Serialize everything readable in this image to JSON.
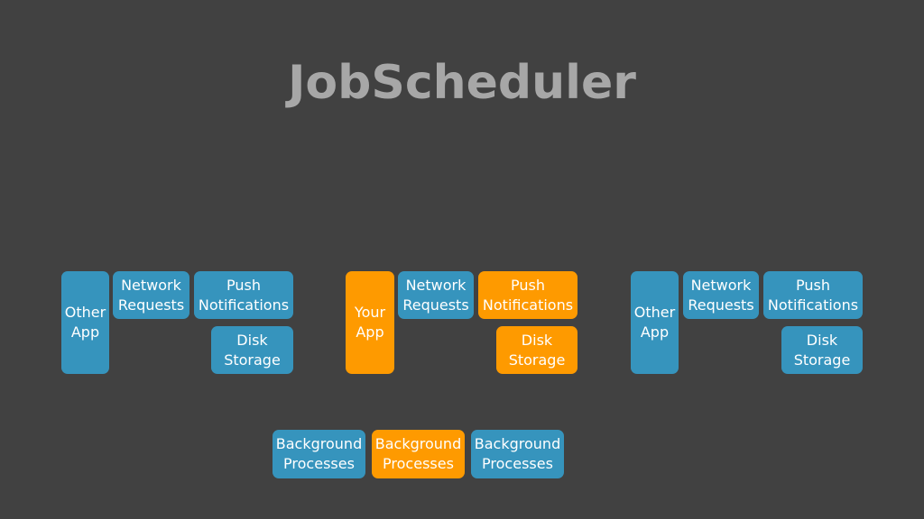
{
  "title": "JobScheduler",
  "colors": {
    "background": "#414141",
    "blue": "#3694bd",
    "orange": "#fe9a00",
    "title": "#a7a7a7"
  },
  "groups": [
    {
      "app": [
        "Other",
        "App"
      ],
      "network": [
        "Network",
        "Requests"
      ],
      "push": [
        "Push",
        "Notifications"
      ],
      "disk": [
        "Disk",
        "Storage"
      ]
    },
    {
      "app": [
        "Your",
        "App"
      ],
      "network": [
        "Network",
        "Requests"
      ],
      "push": [
        "Push",
        "Notifications"
      ],
      "disk": [
        "Disk",
        "Storage"
      ]
    },
    {
      "app": [
        "Other",
        "App"
      ],
      "network": [
        "Network",
        "Requests"
      ],
      "push": [
        "Push",
        "Notifications"
      ],
      "disk": [
        "Disk",
        "Storage"
      ]
    }
  ],
  "background": [
    [
      "Background",
      "Processes"
    ],
    [
      "Background",
      "Processes"
    ],
    [
      "Background",
      "Processes"
    ]
  ]
}
